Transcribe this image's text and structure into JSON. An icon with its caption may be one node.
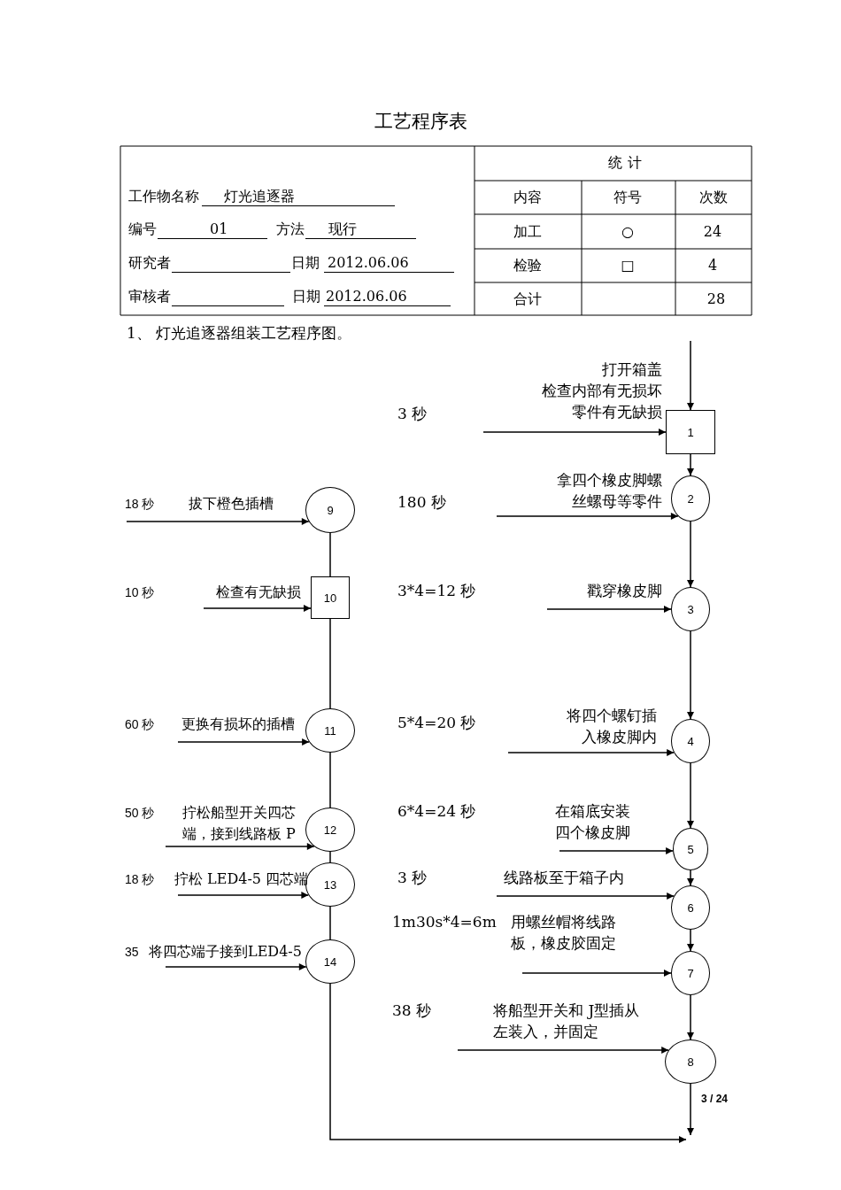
{
  "diagram": {
    "title": "工艺程序表",
    "nodes": [
      {
        "text": [
          "1"
        ],
        "beside": [
          "打开箱盖",
          "检查内部有无损坏零件有无缺损"
        ]
      },
      {
        "text": [
          "2"
        ],
        "beside": [
          "拿四个橡皮脚螺丝螺母等零件"
        ]
      },
      {
        "text": [
          "3"
        ],
        "beside": [
          "戳穿橡皮脚"
        ]
      },
      {
        "text": [
          "4"
        ],
        "beside": [
          "将四个螺钉插入橡皮脚内"
        ]
      },
      {
        "text": [
          "5"
        ],
        "beside": [
          "在箱底安装四个橡皮脚"
        ]
      },
      {
        "text": [
          "6"
        ],
        "beside": [
          "线路板至于箱子内"
        ]
      },
      {
        "text": [
          "7"
        ],
        "beside": [
          "用螺丝帽将线路板，橡皮胶固定"
        ]
      },
      {
        "text": [
          "8"
        ],
        "beside": [
          "将船型开关和 J型插从左装入，并固定"
        ]
      },
      {
        "text": [
          "9"
        ],
        "beside": [
          "拔下橙色插槽"
        ]
      },
      {
        "text": [
          "10"
        ],
        "beside": [
          "检查有无缺损"
        ]
      },
      {
        "text": [
          "11"
        ],
        "beside": [
          "更换有损坏的插槽"
        ]
      },
      {
        "text": [
          "12"
        ],
        "beside": [
          "拧松船型开关四芯端，接到线路板 P"
        ]
      },
      {
        "text": [
          "13"
        ],
        "beside": [
          "拧松 LED4-5 四芯端"
        ]
      },
      {
        "text": [
          "14"
        ],
        "beside": [
          "将四芯端子接到LED4-5"
        ]
      }
    ],
    "edges": [
      {
        "from": null,
        "to": 0,
        "arrow": "to"
      },
      {
        "from": null,
        "to": 0,
        "arrow": "to"
      },
      {
        "from": null,
        "to": 1,
        "arrow": "to"
      },
      {
        "from": null,
        "to": 2,
        "arrow": "to"
      },
      {
        "from": null,
        "to": 3,
        "arrow": "to"
      },
      {
        "from": null,
        "to": 4,
        "arrow": "to"
      },
      {
        "from": null,
        "to": 5,
        "arrow": "to"
      },
      {
        "from": null,
        "to": 6,
        "arrow": "to"
      },
      {
        "from": null,
        "to": 7,
        "arrow": "to"
      },
      {
        "from": null,
        "to": 8,
        "arrow": "to"
      },
      {
        "from": null,
        "to": 9,
        "arrow": "to"
      },
      {
        "from": null,
        "to": 10,
        "arrow": "to"
      },
      {
        "from": null,
        "to": 11,
        "arrow": "to"
      },
      {
        "from": null,
        "to": 12,
        "arrow": "to"
      },
      {
        "from": null,
        "to": 13,
        "arrow": "to"
      },
      {
        "from": 0,
        "to": 1,
        "arrow": "to"
      },
      {
        "from": 1,
        "to": 2,
        "arrow": "to"
      },
      {
        "from": 2,
        "to": 3,
        "arrow": "to"
      },
      {
        "from": 3,
        "to": 4,
        "arrow": "to"
      },
      {
        "from": 4,
        "to": 5,
        "arrow": "to"
      },
      {
        "from": 5,
        "to": 6,
        "arrow": "to"
      },
      {
        "from": 6,
        "to": 7,
        "arrow": "to"
      },
      {
        "from": 7,
        "to": null,
        "arrow": "to"
      },
      {
        "from": 8,
        "to": 9,
        "arrow": "none"
      },
      {
        "from": 9,
        "to": 10,
        "arrow": "none"
      },
      {
        "from": 10,
        "to": 11,
        "arrow": "none"
      },
      {
        "from": 11,
        "to": 12,
        "arrow": "none"
      },
      {
        "from": 12,
        "to": 13,
        "arrow": "none"
      },
      {
        "from": 13,
        "to": null,
        "arrow": "to"
      }
    ],
    "labels": [
      "工作物名称",
      "灯光追逐器",
      "编号",
      "01",
      "方法",
      "现行",
      "研究者",
      "日期",
      "2012.06.06",
      "审核者",
      "日期",
      "2012.06.06",
      "统 计",
      "内容",
      "符号",
      "次数",
      "加工",
      "○",
      "24",
      "检验",
      "□",
      "4",
      "合计",
      "28",
      "1、 灯光追逐器组装工艺程序图。",
      "3 秒",
      "18 秒",
      "180 秒",
      "10 秒",
      "3*4=12 秒",
      "60 秒",
      "5*4=20 秒",
      "50 秒",
      "6*4=24 秒",
      "18 秒",
      "3 秒",
      "1m30s*4=6m",
      "35",
      "38 秒",
      "3 / 24"
    ]
  }
}
